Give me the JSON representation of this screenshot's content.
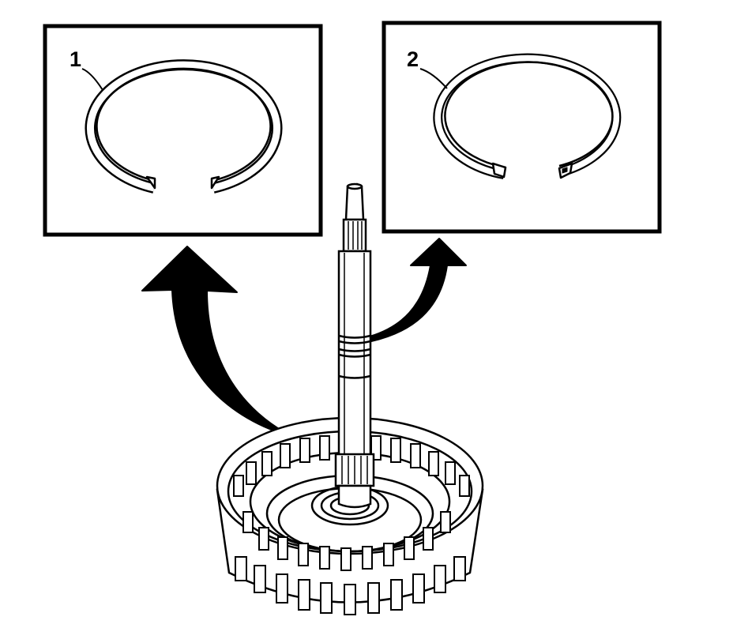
{
  "callouts": [
    {
      "number": "1",
      "part": "snap-ring-flat"
    },
    {
      "number": "2",
      "part": "snap-ring-notched"
    }
  ],
  "colors": {
    "ink": "#000000",
    "paper": "#ffffff"
  },
  "icons": [
    "curved-arrow-left",
    "curved-arrow-right"
  ]
}
